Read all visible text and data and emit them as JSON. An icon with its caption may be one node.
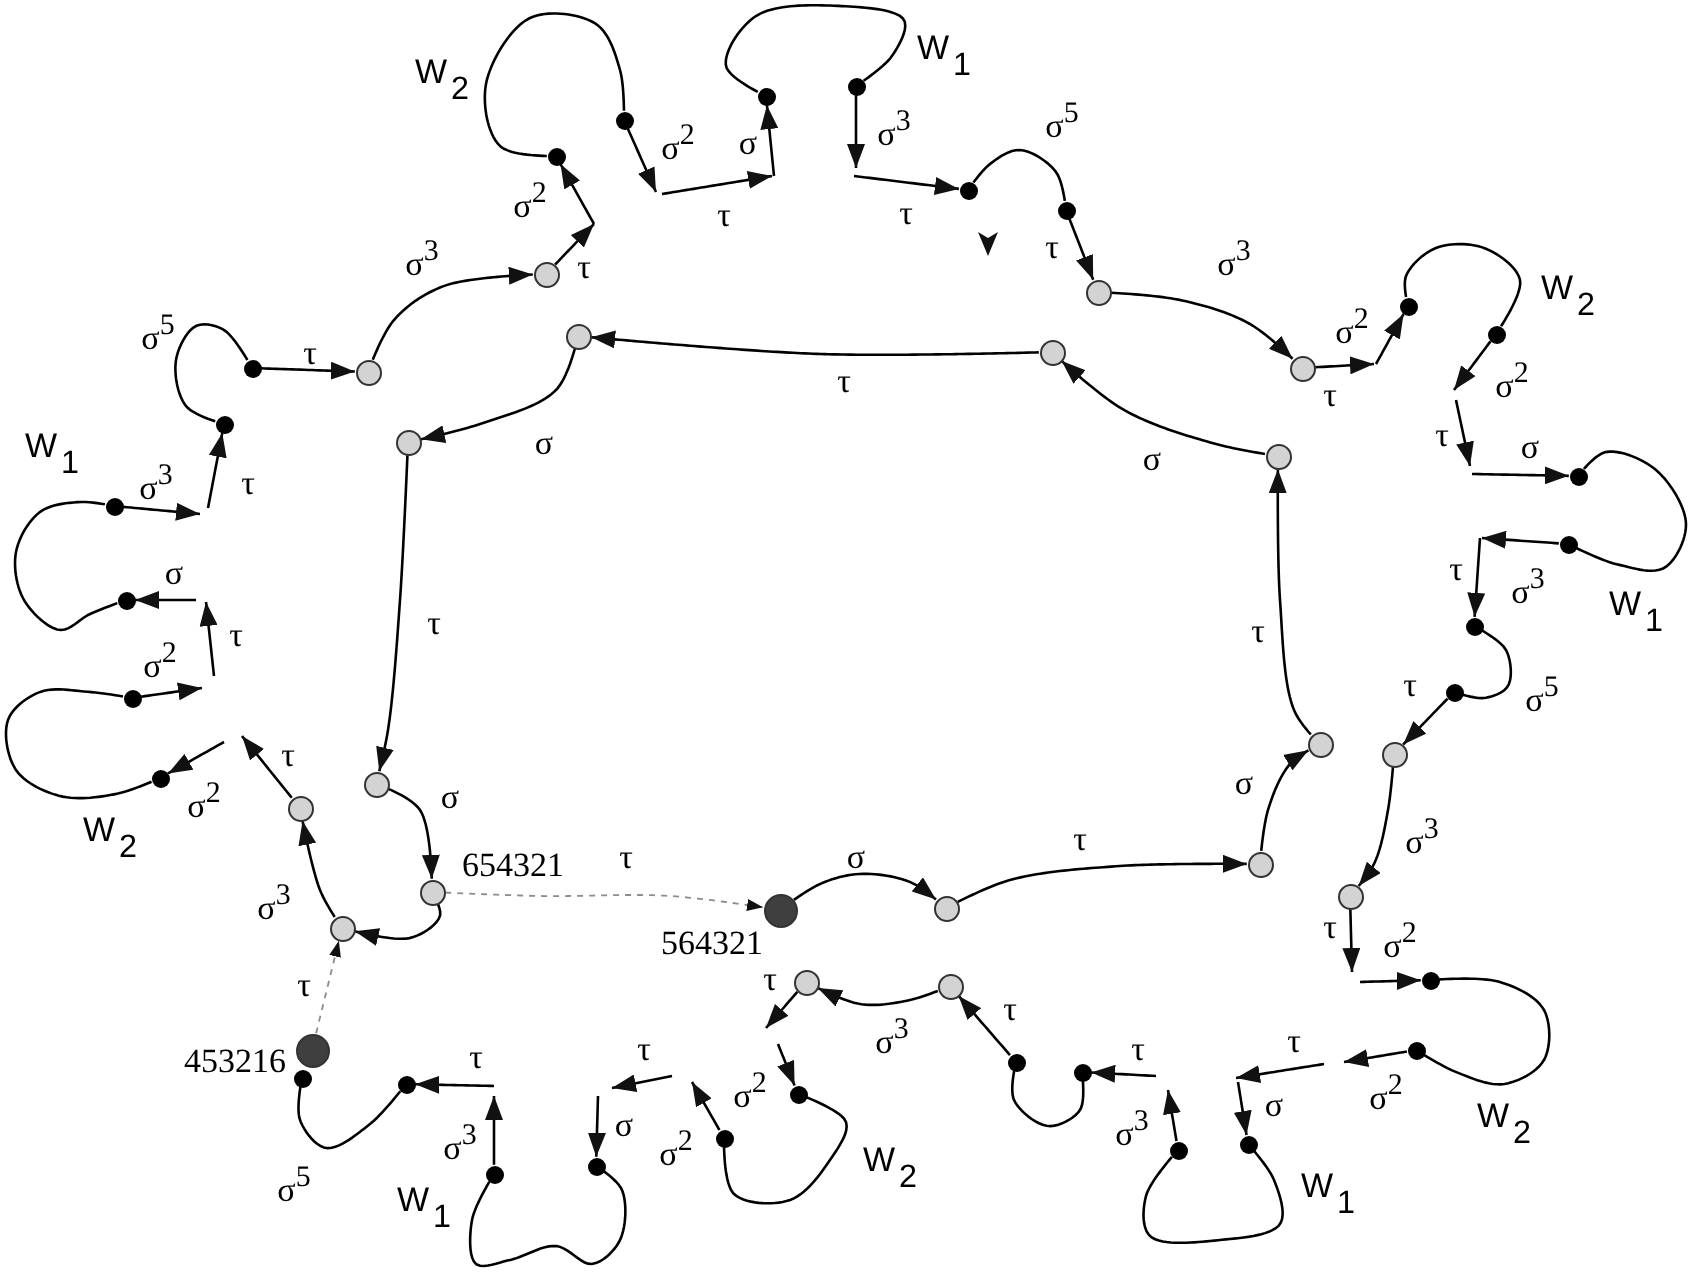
{
  "diagram": {
    "nodes": [
      {
        "text": [],
        "shape": "circle"
      },
      {
        "text": [],
        "shape": "circle"
      },
      {
        "text": [],
        "shape": "dot"
      },
      {
        "text": [],
        "shape": "dot"
      },
      {
        "text": [],
        "shape": "dot"
      },
      {
        "text": [],
        "shape": "dot"
      },
      {
        "text": [],
        "shape": "dot"
      },
      {
        "text": [],
        "shape": "dot"
      },
      {
        "text": [],
        "shape": "circle"
      },
      {
        "text": [],
        "shape": "circle"
      },
      {
        "text": [],
        "shape": "dot"
      },
      {
        "text": [],
        "shape": "dot"
      },
      {
        "text": [],
        "shape": "dot"
      },
      {
        "text": [],
        "shape": "dot"
      },
      {
        "text": [],
        "shape": "dot"
      },
      {
        "text": [],
        "shape": "dot"
      },
      {
        "text": [],
        "shape": "circle"
      },
      {
        "text": [],
        "shape": "circle"
      },
      {
        "text": [],
        "shape": "dot"
      },
      {
        "text": [],
        "shape": "dot"
      },
      {
        "text": [],
        "shape": "dot"
      },
      {
        "text": [],
        "shape": "dot"
      },
      {
        "text": [],
        "shape": "dot"
      },
      {
        "text": [],
        "shape": "dot"
      },
      {
        "text": [],
        "shape": "circle"
      },
      {
        "text": [],
        "shape": "circle"
      },
      {
        "text": [],
        "shape": "dot"
      },
      {
        "text": [],
        "shape": "dot"
      },
      {
        "text": [],
        "shape": "dot"
      },
      {
        "text": [],
        "shape": "dot"
      },
      {
        "text": [],
        "shape": "dot"
      },
      {
        "text": [],
        "shape": "dot"
      },
      {
        "text": [],
        "shape": "circle",
        "beside": [
          "453216"
        ]
      },
      {
        "text": [],
        "shape": "circle"
      },
      {
        "text": [],
        "shape": "circle"
      },
      {
        "text": [],
        "shape": "dot"
      },
      {
        "text": [],
        "shape": "dot"
      },
      {
        "text": [],
        "shape": "dot"
      },
      {
        "text": [],
        "shape": "dot"
      },
      {
        "text": [],
        "shape": "dot"
      },
      {
        "text": [],
        "shape": "dot"
      },
      {
        "text": [],
        "shape": "circle"
      },
      {
        "text": [],
        "shape": "circle"
      },
      {
        "text": [],
        "shape": "circle"
      },
      {
        "text": [],
        "shape": "circle"
      },
      {
        "text": [],
        "shape": "circle",
        "beside": [
          "654321"
        ]
      },
      {
        "text": [],
        "shape": "circle",
        "beside": [
          "564321"
        ]
      },
      {
        "text": [],
        "shape": "circle"
      },
      {
        "text": [],
        "shape": "circle"
      },
      {
        "text": [],
        "shape": "circle"
      },
      {
        "text": [],
        "shape": "circle"
      }
    ],
    "edges": [
      {
        "from": 40,
        "to": 0,
        "arrow": "to",
        "label": "τ"
      },
      {
        "from": 0,
        "to": 1,
        "arrow": "to",
        "label": "σ$^{3}$"
      },
      {
        "from": 1,
        "to": null,
        "arrow": "to",
        "label": "τ"
      },
      {
        "from": null,
        "to": 2,
        "arrow": "to",
        "label": "σ$^{2}$"
      },
      {
        "from": 2,
        "to": 3,
        "arrow": "none",
        "label": "W$_{2}$"
      },
      {
        "from": 3,
        "to": null,
        "arrow": "to",
        "label": "σ$^{2}$"
      },
      {
        "from": null,
        "to": 4,
        "arrow": "to",
        "label": "σ"
      },
      {
        "from": 4,
        "to": 5,
        "arrow": "none",
        "label": "W$_{1}$"
      },
      {
        "from": 5,
        "to": null,
        "arrow": "to",
        "label": "σ$^{3}$"
      },
      {
        "from": null,
        "to": 6,
        "arrow": "to",
        "label": "τ"
      },
      {
        "from": 6,
        "to": 7,
        "arrow": "none",
        "label": "σ$^{5}$"
      },
      {
        "from": 7,
        "to": 8,
        "arrow": "to",
        "label": "τ"
      },
      {
        "from": 8,
        "to": 9,
        "arrow": "to",
        "label": "σ$^{3}$"
      },
      {
        "from": 9,
        "to": null,
        "arrow": "to",
        "label": "τ"
      },
      {
        "from": null,
        "to": 10,
        "arrow": "to",
        "label": "σ$^{2}$"
      },
      {
        "from": 10,
        "to": 11,
        "arrow": "none",
        "label": "W$_{2}$"
      },
      {
        "from": 11,
        "to": null,
        "arrow": "to",
        "label": "σ$^{2}$"
      },
      {
        "from": null,
        "to": 12,
        "arrow": "to",
        "label": "σ"
      },
      {
        "from": 12,
        "to": 13,
        "arrow": "none",
        "label": "W$_{1}$"
      },
      {
        "from": 13,
        "to": null,
        "arrow": "to",
        "label": "σ$^{3}$"
      },
      {
        "from": null,
        "to": 14,
        "arrow": "to",
        "label": "τ"
      },
      {
        "from": 14,
        "to": 15,
        "arrow": "none",
        "label": "σ$^{5}$"
      },
      {
        "from": 15,
        "to": 16,
        "arrow": "to",
        "label": "τ"
      },
      {
        "from": 16,
        "to": 17,
        "arrow": "to",
        "label": "σ$^{3}$"
      },
      {
        "from": 17,
        "to": null,
        "arrow": "to",
        "label": "τ"
      },
      {
        "from": null,
        "to": 18,
        "arrow": "to",
        "label": "σ$^{2}$"
      },
      {
        "from": 18,
        "to": 19,
        "arrow": "none",
        "label": "W$_{2}$"
      },
      {
        "from": 19,
        "to": null,
        "arrow": "to",
        "label": "σ$^{2}$"
      },
      {
        "from": null,
        "to": 20,
        "arrow": "to",
        "label": "σ"
      },
      {
        "from": 20,
        "to": 21,
        "arrow": "none",
        "label": "W$_{1}$"
      },
      {
        "from": 21,
        "to": null,
        "arrow": "to",
        "label": "σ$^{3}$"
      },
      {
        "from": null,
        "to": 22,
        "arrow": "to",
        "label": "τ"
      },
      {
        "from": 22,
        "to": 23,
        "arrow": "none"
      },
      {
        "from": 23,
        "to": 24,
        "arrow": "to",
        "label": "τ"
      },
      {
        "from": 24,
        "to": 25,
        "arrow": "to",
        "label": "σ$^{3}$"
      },
      {
        "from": 25,
        "to": null,
        "arrow": "to",
        "label": "τ"
      },
      {
        "from": null,
        "to": 26,
        "arrow": "to",
        "label": "σ$^{2}$"
      },
      {
        "from": 26,
        "to": 27,
        "arrow": "none",
        "label": "W$_{2}$"
      },
      {
        "from": 27,
        "to": null,
        "arrow": "to",
        "label": "σ$^{2}$"
      },
      {
        "from": null,
        "to": 28,
        "arrow": "to",
        "label": "σ"
      },
      {
        "from": 28,
        "to": 29,
        "arrow": "none",
        "label": "W$_{1}$"
      },
      {
        "from": 29,
        "to": null,
        "arrow": "to",
        "label": "σ$^{3}$"
      },
      {
        "from": null,
        "to": 30,
        "arrow": "to",
        "label": "τ"
      },
      {
        "from": 30,
        "to": 31,
        "arrow": "none",
        "label": "σ$^{5}$"
      },
      {
        "from": 32,
        "to": 33,
        "arrow": "to",
        "label": "τ",
        "style": "dashed",
        "color": "#8c8c8c"
      },
      {
        "from": 33,
        "to": 34,
        "arrow": "to",
        "label": "σ$^{3}$"
      },
      {
        "from": 34,
        "to": null,
        "arrow": "to",
        "label": "τ"
      },
      {
        "from": null,
        "to": 35,
        "arrow": "to",
        "label": "σ$^{2}$"
      },
      {
        "from": 35,
        "to": 36,
        "arrow": "none",
        "label": "W$_{2}$"
      },
      {
        "from": 36,
        "to": null,
        "arrow": "to",
        "label": "σ$^{2}$"
      },
      {
        "from": null,
        "to": 37,
        "arrow": "to",
        "label": "σ"
      },
      {
        "from": 37,
        "to": 38,
        "arrow": "none",
        "label": "W$_{1}$"
      },
      {
        "from": 38,
        "to": null,
        "arrow": "to",
        "label": "σ$^{3}$"
      },
      {
        "from": null,
        "to": 39,
        "arrow": "to",
        "label": "τ"
      },
      {
        "from": 39,
        "to": 40,
        "arrow": "none",
        "label": "σ$^{5}$"
      },
      {
        "from": 42,
        "to": 41,
        "arrow": "to",
        "label": "τ"
      },
      {
        "from": 41,
        "to": 43,
        "arrow": "to",
        "label": "σ"
      },
      {
        "from": 43,
        "to": 44,
        "arrow": "to",
        "label": "τ"
      },
      {
        "from": 44,
        "to": 45,
        "arrow": "to",
        "label": "σ"
      },
      {
        "from": 45,
        "to": 33,
        "arrow": "to"
      },
      {
        "from": 45,
        "to": 46,
        "arrow": "to",
        "label": "τ",
        "style": "dashed",
        "color": "#8c8c8c"
      },
      {
        "from": 46,
        "to": 47,
        "arrow": "to",
        "label": "σ"
      },
      {
        "from": 47,
        "to": 48,
        "arrow": "to",
        "label": "τ"
      },
      {
        "from": 48,
        "to": 49,
        "arrow": "to",
        "label": "σ"
      },
      {
        "from": 49,
        "to": 50,
        "arrow": "to",
        "label": "τ"
      },
      {
        "from": 50,
        "to": 42,
        "arrow": "to",
        "label": "σ"
      }
    ],
    "labels": [
      "τ",
      "τ",
      "τ",
      "τ",
      "τ"
    ]
  }
}
